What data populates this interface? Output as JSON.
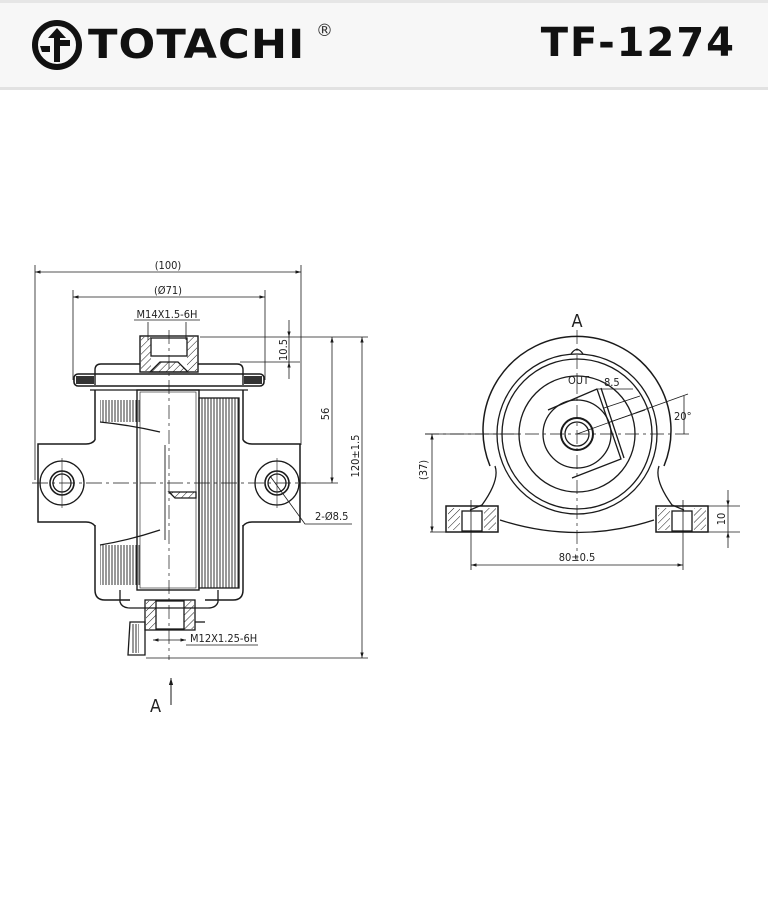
{
  "header": {
    "brand": "TOTACHI",
    "registered_mark": "®",
    "part_number": "TF-1274"
  },
  "drawing": {
    "side_view": {
      "overall_width": "(100)",
      "body_diameter": "(Ø71)",
      "inlet_thread": "M14X1.5-6H",
      "inlet_height": "10.5",
      "mount_height": "56",
      "overall_height": "120±1.5",
      "mount_holes": "2-Ø8.5",
      "outlet_thread": "M12X1.25-6H",
      "view_arrow_label": "A"
    },
    "view_a": {
      "label": "A",
      "outlet_label": "OUT",
      "outlet_width": "8.5",
      "outlet_angle": "20°",
      "center_height": "(37)",
      "hole_spacing": "80±0.5",
      "foot_thickness": "10"
    }
  },
  "colors": {
    "line": "#1a1a1a",
    "header_bg": "#f7f7f7",
    "header_border": "#e2e2e2"
  }
}
